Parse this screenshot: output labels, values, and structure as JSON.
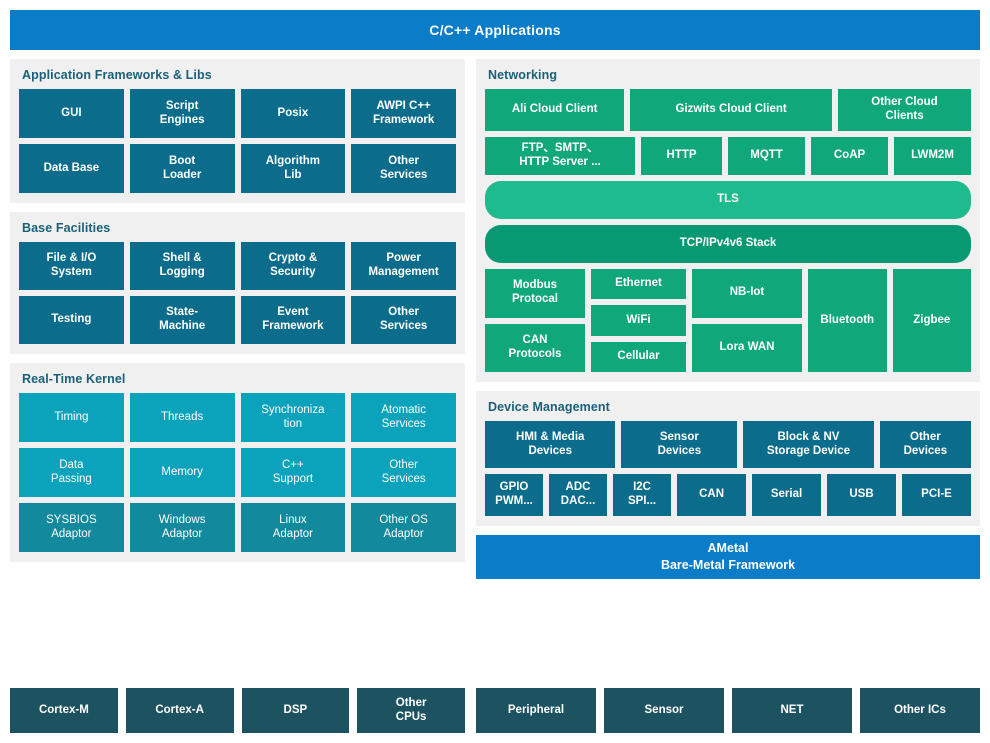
{
  "banner": {
    "title": "C/C++ Applications"
  },
  "colors": {
    "banner_blue": "#0a7cc8",
    "app_teal": "#0b6c8c",
    "net_green": "#10a87a",
    "tls_green": "#1ebb8e",
    "tcp_green": "#079a72",
    "kernel_cyan": "#0ba2bb",
    "kernel_cyan_dark": "#12899c",
    "hardware_slate": "#1d5260",
    "panel_bg": "#f0f0f0",
    "header_text": "#1b6079"
  },
  "app_frameworks": {
    "title": "Application Frameworks & Libs",
    "rows": [
      [
        "GUI",
        "Script\nEngines",
        "Posix",
        "AWPI C++\nFramework"
      ],
      [
        "Data Base",
        "Boot\nLoader",
        "Algorithm\nLib",
        "Other\nServices"
      ]
    ]
  },
  "base_facilities": {
    "title": "Base Facilities",
    "rows": [
      [
        "File & I/O\nSystem",
        "Shell &\nLogging",
        "Crypto &\nSecurity",
        "Power\nManagement"
      ],
      [
        "Testing",
        "State-\nMachine",
        "Event\nFramework",
        "Other\nServices"
      ]
    ]
  },
  "realtime_kernel": {
    "title": "Real-Time Kernel",
    "rows": [
      [
        "Timing",
        "Threads",
        "Synchroniza\ntion",
        "Atomatic\nServices"
      ],
      [
        "Data\nPassing",
        "Memory",
        "C++\nSupport",
        "Other\nServices"
      ],
      [
        "SYSBIOS\nAdaptor",
        "Windows\nAdaptor",
        "Linux\nAdaptor",
        "Other OS\nAdaptor"
      ]
    ]
  },
  "networking": {
    "title": "Networking",
    "cloud_clients": [
      "Ali Cloud Client",
      "Gizwits Cloud Client",
      "Other Cloud\nClients"
    ],
    "protocols": [
      "FTP、SMTP、\nHTTP Server ...",
      "HTTP",
      "MQTT",
      "CoAP",
      "LWM2M"
    ],
    "tls": "TLS",
    "tcp_stack": "TCP/IPv4v6 Stack",
    "radio_grid": {
      "col1": [
        "Modbus\nProtocal",
        "CAN\nProtocols"
      ],
      "col2": [
        "Ethernet",
        "WiFi",
        "Cellular"
      ],
      "col3": [
        "NB-Iot",
        "Lora WAN"
      ],
      "col4": [
        "Bluetooth"
      ],
      "col5": [
        "Zigbee"
      ]
    }
  },
  "device_management": {
    "title": "Device Management",
    "row1": [
      "HMI & Media\nDevices",
      "Sensor\nDevices",
      "Block & NV\nStorage Device",
      "Other\nDevices"
    ],
    "row2": [
      "GPIO\nPWM...",
      "ADC\nDAC...",
      "I2C\nSPI...",
      "CAN",
      "Serial",
      "USB",
      "PCI-E"
    ]
  },
  "ametal": {
    "line1": "AMetal",
    "line2": "Bare-Metal Framework"
  },
  "hardware": {
    "cpus": [
      "Cortex-M",
      "Cortex-A",
      "DSP",
      "Other\nCPUs"
    ],
    "ics": [
      "Peripheral",
      "Sensor",
      "NET",
      "Other ICs"
    ]
  }
}
